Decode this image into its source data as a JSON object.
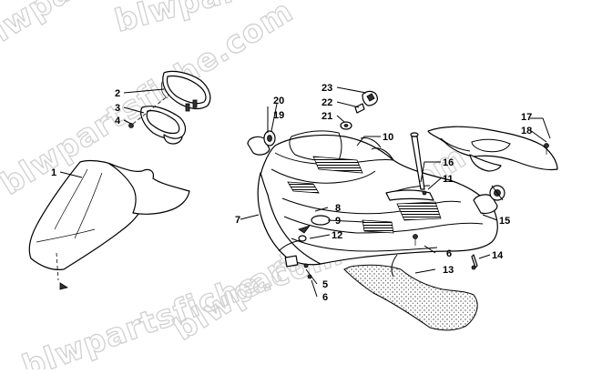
{
  "watermark": {
    "text": "blwpartsfiche.com"
  },
  "callouts": {
    "c1": "1",
    "c2": "2",
    "c3": "3",
    "c4": "4",
    "c5": "5",
    "c6a": "6",
    "c6b": "6",
    "c7": "7",
    "c8": "8",
    "c9": "9",
    "c10": "10",
    "c11": "11",
    "c12": "12",
    "c13": "13",
    "c14": "14",
    "c15": "15",
    "c16": "16",
    "c17": "17",
    "c18": "18",
    "c19": "19",
    "c20": "20",
    "c21": "21",
    "c22": "22",
    "c23": "23"
  }
}
